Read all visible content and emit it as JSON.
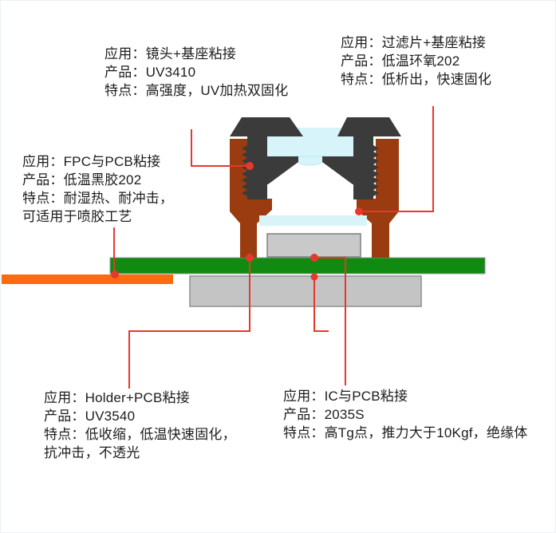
{
  "colors": {
    "barrel": "#3b3b3b",
    "holder": "#9b3c10",
    "glass": "#d6f4f9",
    "glass_stroke": "#bfe9f2",
    "filter": "#d8f4f8",
    "pcb": "#108a10",
    "pcb_stroke": "#8f9a8f",
    "fpc": "#fb6c12",
    "ic": "#c9c9c9",
    "ic_stroke": "#7f7f7f",
    "stiffener": "#c4c4c4",
    "stiffener_stroke": "#8f8f8f",
    "leader": "#e8372b",
    "text": "#1c1c1c"
  },
  "annotations": {
    "lens_base": {
      "lines": [
        "应用：镜头+基座粘接",
        "产品：UV3410",
        "特点：高强度，UV加热双固化"
      ]
    },
    "filter_base": {
      "lines": [
        "应用：过滤片+基座粘接",
        "产品：低温环氧202",
        "特点：低析出，快速固化"
      ]
    },
    "fpc_pcb": {
      "lines": [
        "应用：FPC与PCB粘接",
        "产品：低温黑胶202",
        "特点：耐湿热、耐冲击，",
        "可适用于喷胶工艺"
      ]
    },
    "holder_pcb": {
      "lines": [
        "应用：Holder+PCB粘接",
        "产品：UV3540",
        "特点：低收缩，低温快速固化，",
        "抗冲击，不透光"
      ]
    },
    "ic_pcb": {
      "lines": [
        "应用：IC与PCB粘接",
        "产品：2035S",
        "特点：高Tg点，推力大于10Kgf，绝缘体"
      ]
    }
  }
}
